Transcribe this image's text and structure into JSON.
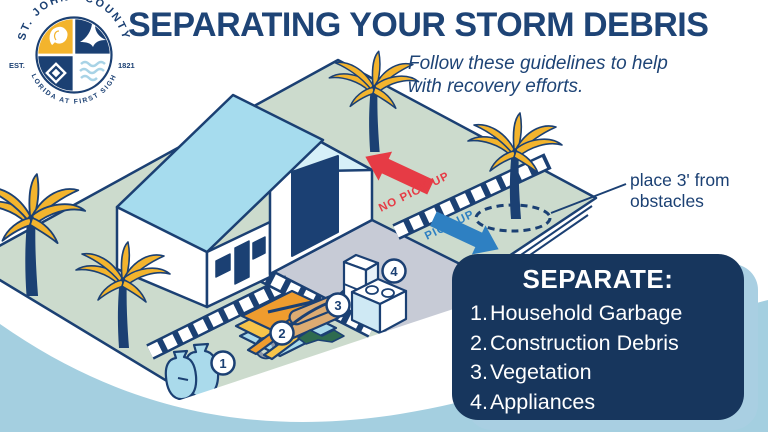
{
  "header": {
    "title": "SEPARATING YOUR STORM DEBRIS",
    "subtitle_line1": "Follow these guidelines to help",
    "subtitle_line2": "with recovery efforts."
  },
  "logo": {
    "arc_top": "ST. JOHNS COUNTY",
    "arc_bottom": "FLORIDA AT FIRST SIGHT",
    "est": "EST.",
    "year": "1821"
  },
  "diagram": {
    "no_pickup_label": "NO PICK UP",
    "pickup_label": "PICK UP",
    "obstacle_note_line1": "place 3' from",
    "obstacle_note_line2": "obstacles",
    "markers": [
      "1",
      "2",
      "3",
      "4"
    ]
  },
  "separate_panel": {
    "heading": "SEPARATE:",
    "items": [
      {
        "number": "1.",
        "label": "Household Garbage"
      },
      {
        "number": "2.",
        "label": "Construction Debris"
      },
      {
        "number": "3.",
        "label": "Vegetation"
      },
      {
        "number": "4.",
        "label": "Appliances"
      }
    ]
  },
  "colors": {
    "navy": "#1b4073",
    "panel_navy": "#17365d",
    "panel_shadow": "#a9cfe2",
    "red_arrow": "#e63b45",
    "blue_arrow": "#2e80c2",
    "lawn_green": "#ccdbcd",
    "roof_blue": "#a6dcee",
    "wave_blue": "#a4cfe0",
    "palm_yellow": "#f3b42d",
    "driveway_gray": "#c7cbd6"
  }
}
